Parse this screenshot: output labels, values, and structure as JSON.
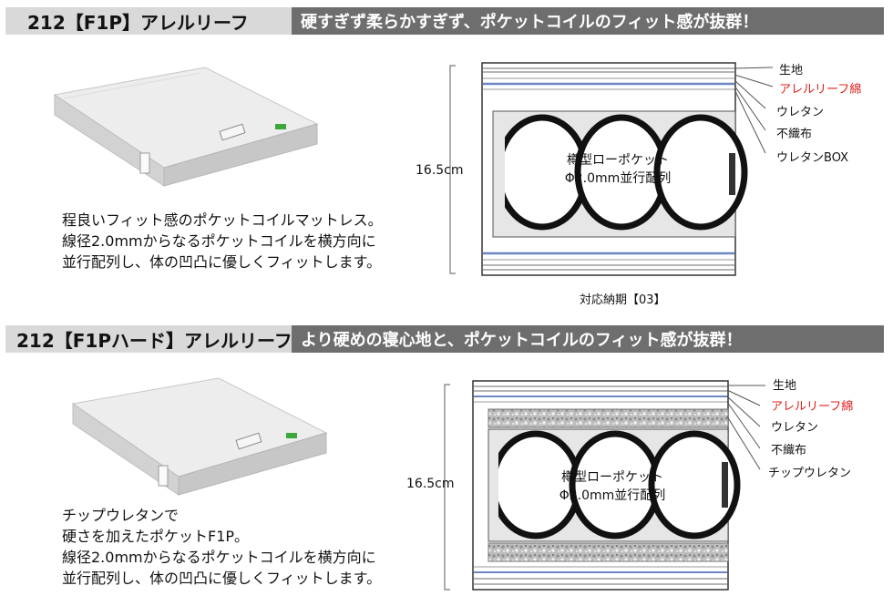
{
  "products": [
    {
      "header_left": "212【F1P】アレルリーフ",
      "header_right": "硬すぎず柔らかすぎず、ポケットコイルのフィット感が抜群！",
      "description": [
        "程良いフィット感のポケットコイルマットレス。",
        "線径2.0mmからなるポケットコイルを横方向に",
        "並行配列し、体の凹凸に優しくフィットします。"
      ],
      "height_label": "16.5cm",
      "coil_label": [
        "樽型ローポケット",
        "Φ2.0mm並行配列"
      ],
      "layer_labels": [
        "生地",
        "アレルリーフ綿",
        "ウレタン",
        "不織布",
        "ウレタンBOX"
      ],
      "delivery_note": "対応納期【03】"
    },
    {
      "header_left": "212【F1Pハード】アレルリーフ",
      "header_right": "より硬めの寝心地と、ポケットコイルのフィット感が抜群！",
      "description": [
        "チップウレタンで",
        "硬さを加えたポケットF1P。",
        "線径2.0mmからなるポケットコイルを横方向に",
        "並行配列し、体の凹凸に優しくフィットします。"
      ],
      "height_label": "16.5cm",
      "coil_label": [
        "樽型ローポケット",
        "Φ2.0mm並行配列"
      ],
      "layer_labels": [
        "生地",
        "アレルリーフ綿",
        "ウレタン",
        "不織布",
        "チップウレタン"
      ]
    }
  ],
  "colors": {
    "header_left_bg": "#d9d9d9",
    "header_right_bg": "#6e6e6e",
    "accent_red": "#e0201c",
    "layer_blue": "#6b86c4"
  }
}
